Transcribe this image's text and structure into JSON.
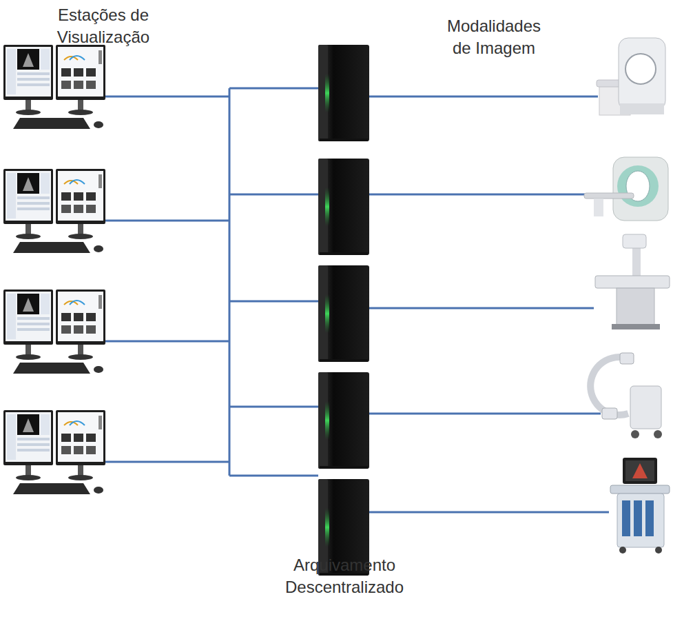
{
  "diagram": {
    "labels": [
      "Estações de Visualização",
      "Modalidades de Imagem",
      "Arquivamento Descentralizado"
    ]
  }
}
